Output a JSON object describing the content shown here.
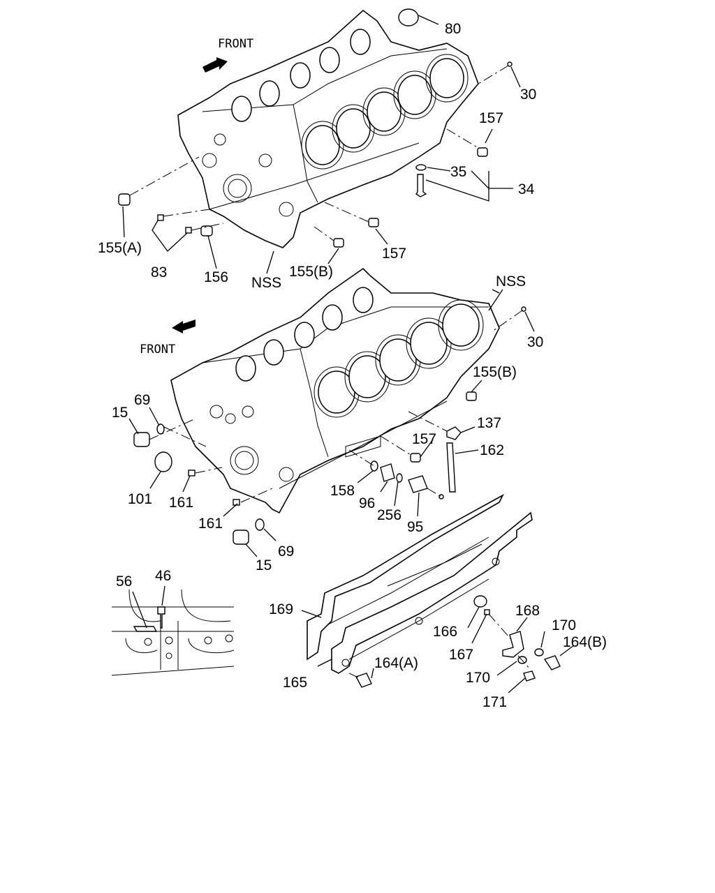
{
  "diagram": {
    "upper_block": {
      "front_label": "FRONT",
      "callouts": {
        "p80": "80",
        "p30": "30",
        "p157a": "157",
        "p35": "35",
        "p34": "34",
        "p157b": "157",
        "p155a": "155(A)",
        "p83": "83",
        "p156": "156",
        "pNSS": "NSS",
        "p155b": "155(B)"
      }
    },
    "lower_block": {
      "front_label": "FRONT",
      "callouts": {
        "pNSS": "NSS",
        "p30": "30",
        "p155b": "155(B)",
        "p137": "137",
        "p157": "157",
        "p162": "162",
        "p15a": "15",
        "p69a": "69",
        "p101": "101",
        "p161a": "161",
        "p161b": "161",
        "p158": "158",
        "p96": "96",
        "p256": "256",
        "p95": "95",
        "p69b": "69",
        "p15b": "15"
      }
    },
    "detail_view": {
      "callouts": {
        "p56": "56",
        "p46": "46"
      }
    },
    "oil_pan_rail": {
      "callouts": {
        "p169": "169",
        "p166": "166",
        "p168": "168",
        "p170a": "170",
        "p164b": "164(B)",
        "p167": "167",
        "p164a": "164(A)",
        "p170b": "170",
        "p165": "165",
        "p171": "171"
      }
    }
  }
}
